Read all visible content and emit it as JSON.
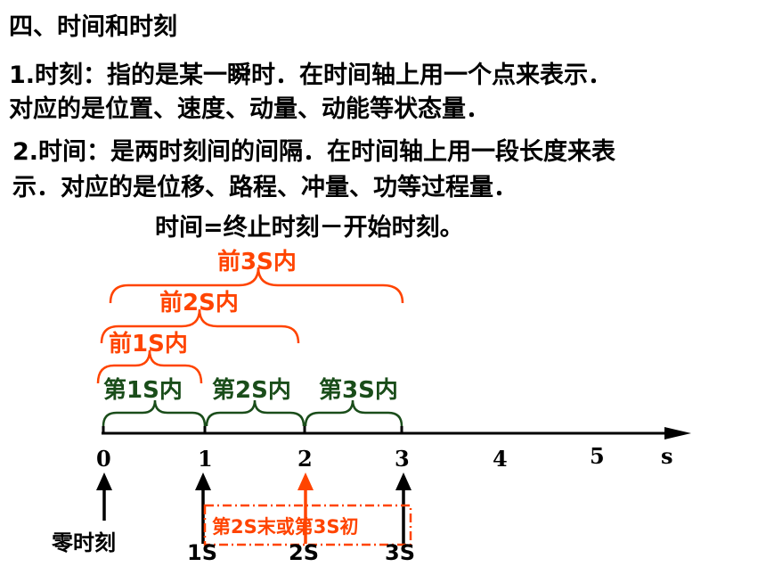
{
  "heading": "四、时间和时刻",
  "moment": {
    "line1": "1.时刻：指的是某一瞬时．在时间轴上用一个点来表示．",
    "line2": "对应的是位置、速度、动量、动能等状态量．"
  },
  "interval": {
    "line1": "2.时间：是两时刻间的间隔．在时间轴上用一段长度来表",
    "line2": "示．对应的是位移、路程、冲量、功等过程量．"
  },
  "formula": "时间=终止时刻－开始时刻。",
  "diagram": {
    "brace_labels_red": [
      "前3S内",
      "前2S内",
      "前1S内"
    ],
    "brace_labels_green": [
      "第1S内",
      "第2S内",
      "第3S内"
    ],
    "axis_ticks": [
      "0",
      "1",
      "2",
      "3",
      "4",
      "5",
      "s"
    ],
    "bottom_labels": [
      "零时刻",
      "1S",
      "2S",
      "3S"
    ],
    "box_label": "第2S末或第3S初",
    "colors": {
      "red": "#ff4400",
      "green": "#1a4d1a",
      "axis": "#000000"
    }
  }
}
